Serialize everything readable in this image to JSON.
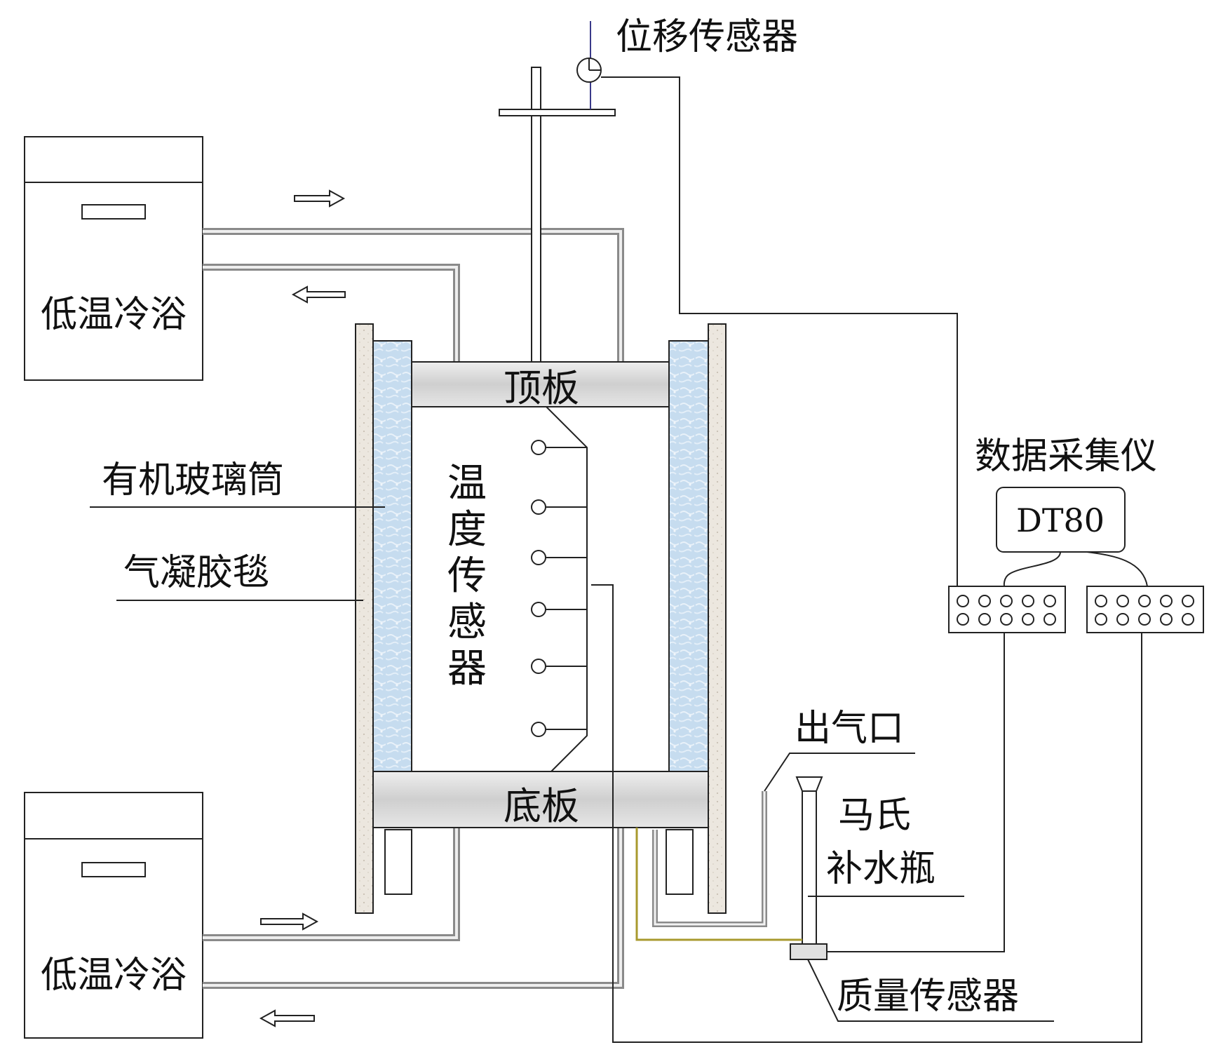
{
  "labels": {
    "displacement_sensor": "位移传感器",
    "cold_bath_top": "低温冷浴",
    "cold_bath_bottom": "低温冷浴",
    "top_plate": "顶板",
    "bottom_plate": "底板",
    "temp_sensor": [
      "温",
      "度",
      "传",
      "感",
      "器"
    ],
    "plexiglass_tube": "有机玻璃筒",
    "aerogel_blanket": "气凝胶毯",
    "data_logger": "数据采集仪",
    "dt80": "DT80",
    "gas_outlet": "出气口",
    "mariotte_line1": "马氏",
    "mariotte_line2": "补水瓶",
    "mass_sensor": "质量传感器"
  },
  "colors": {
    "line": "#222222",
    "pipe": "#8a8a8a",
    "plate": "#d9d9d9",
    "aerogel": "#c6dcef",
    "plexiglass": "#ece7df",
    "water_line": "#a89a2e"
  }
}
